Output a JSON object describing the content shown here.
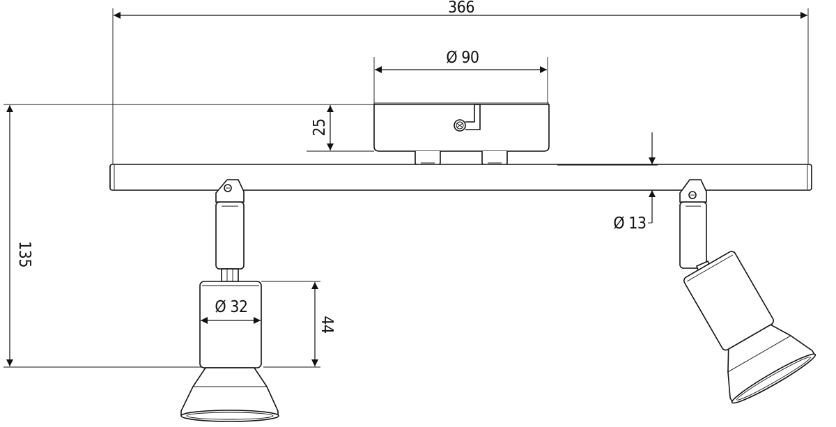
{
  "dimensions": {
    "overall_width": "366",
    "base_diameter": "Ø 90",
    "base_height": "25",
    "bar_diameter": "Ø 13",
    "total_height": "135",
    "spot_diameter": "Ø 32",
    "spot_height": "44"
  },
  "colors": {
    "line": "#111111",
    "background": "#ffffff"
  }
}
